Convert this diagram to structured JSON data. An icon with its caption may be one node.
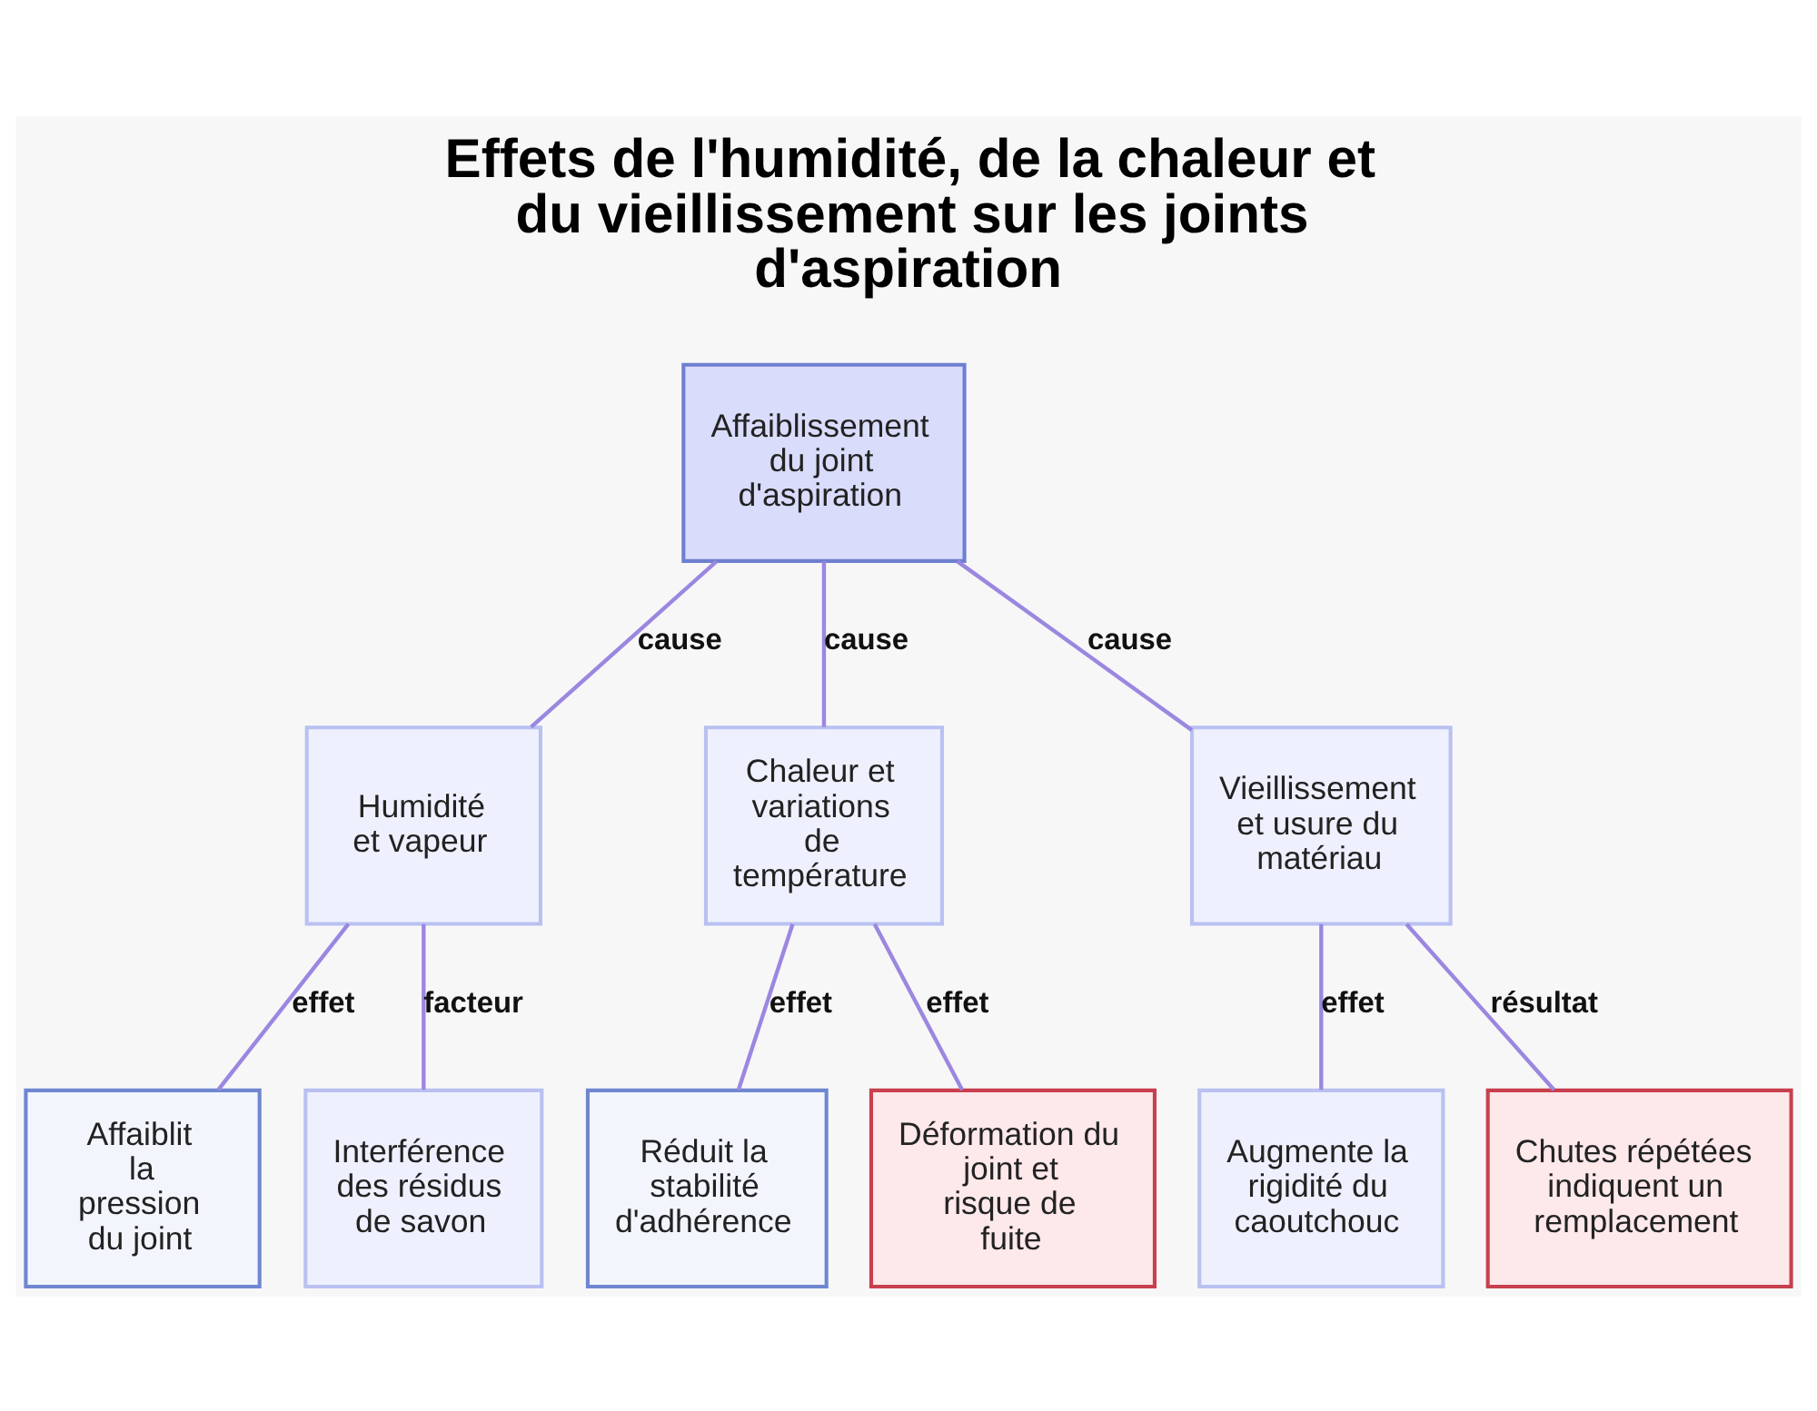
{
  "diagram": {
    "title": "Effets de l'humidité, de la chaleur et du vieillissement sur les joints d'aspiration",
    "nodes": [
      {
        "text": [
          "Affaiblissement du joint d'aspiration"
        ]
      },
      {
        "text": [
          "Humidité et vapeur"
        ]
      },
      {
        "text": [
          "Chaleur et variations de température"
        ]
      },
      {
        "text": [
          "Vieillissement et usure du matériau"
        ]
      },
      {
        "text": [
          "Affaiblit la pression du joint"
        ]
      },
      {
        "text": [
          "Interférence des résidus de savon"
        ]
      },
      {
        "text": [
          "Réduit la stabilité d'adhérence"
        ]
      },
      {
        "text": [
          "Déformation du joint et risque de fuite"
        ]
      },
      {
        "text": [
          "Augmente la rigidité du caoutchouc"
        ]
      },
      {
        "text": [
          "Chutes répétées indiquent un remplacement"
        ]
      }
    ],
    "edges": [
      {
        "from": 0,
        "to": 1,
        "arrow": "none",
        "label": "cause"
      },
      {
        "from": 0,
        "to": 2,
        "arrow": "none",
        "label": "cause"
      },
      {
        "from": 0,
        "to": 3,
        "arrow": "none",
        "label": "cause"
      },
      {
        "from": 1,
        "to": 4,
        "arrow": "none",
        "label": "effet"
      },
      {
        "from": 1,
        "to": 5,
        "arrow": "none",
        "label": "facteur"
      },
      {
        "from": 2,
        "to": 6,
        "arrow": "none",
        "label": "effet"
      },
      {
        "from": 2,
        "to": 7,
        "arrow": "none",
        "label": "effet"
      },
      {
        "from": 3,
        "to": 8,
        "arrow": "none",
        "label": "effet"
      },
      {
        "from": 3,
        "to": 9,
        "arrow": "none",
        "label": "résultat"
      }
    ]
  }
}
